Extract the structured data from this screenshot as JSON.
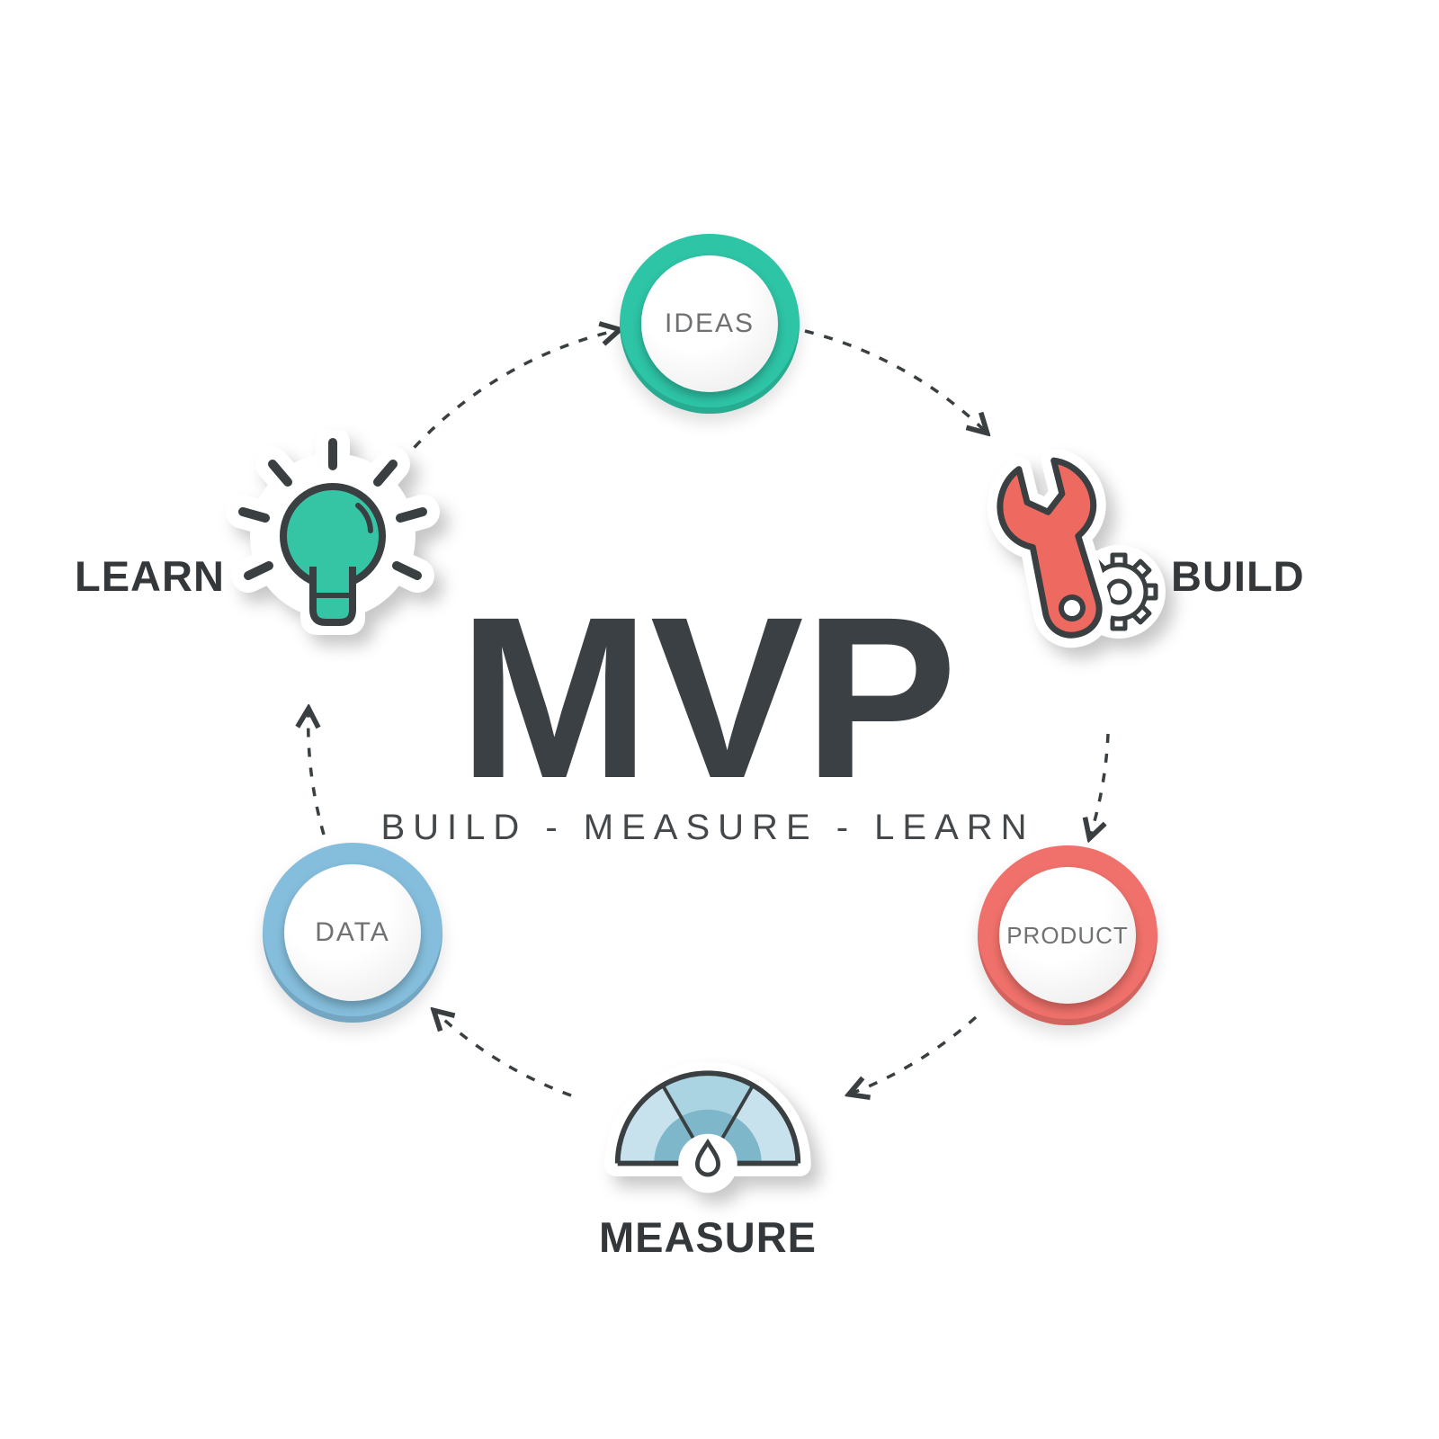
{
  "title": "MVP",
  "subtitle": "BUILD - MEASURE - LEARN",
  "title_color": "#3B4045",
  "arrow_color": "#3A3F42",
  "nodes": {
    "ideas": {
      "label": "IDEAS",
      "kind": "circle",
      "color": "#2EC4A6"
    },
    "build": {
      "label": "BUILD",
      "kind": "icon",
      "icon": "wrench-gear-icon",
      "color": "#EE6A61"
    },
    "product": {
      "label": "PRODUCT",
      "kind": "circle",
      "color": "#F0716B"
    },
    "measure": {
      "label": "MEASURE",
      "kind": "icon",
      "icon": "gauge-icon",
      "color": "#7FB7CA"
    },
    "data": {
      "label": "DATA",
      "kind": "circle",
      "color": "#85BEDC"
    },
    "learn": {
      "label": "LEARN",
      "kind": "icon",
      "icon": "lightbulb-icon",
      "color": "#35C5A5"
    }
  },
  "flow": [
    "ideas",
    "build",
    "product",
    "measure",
    "data",
    "learn"
  ]
}
